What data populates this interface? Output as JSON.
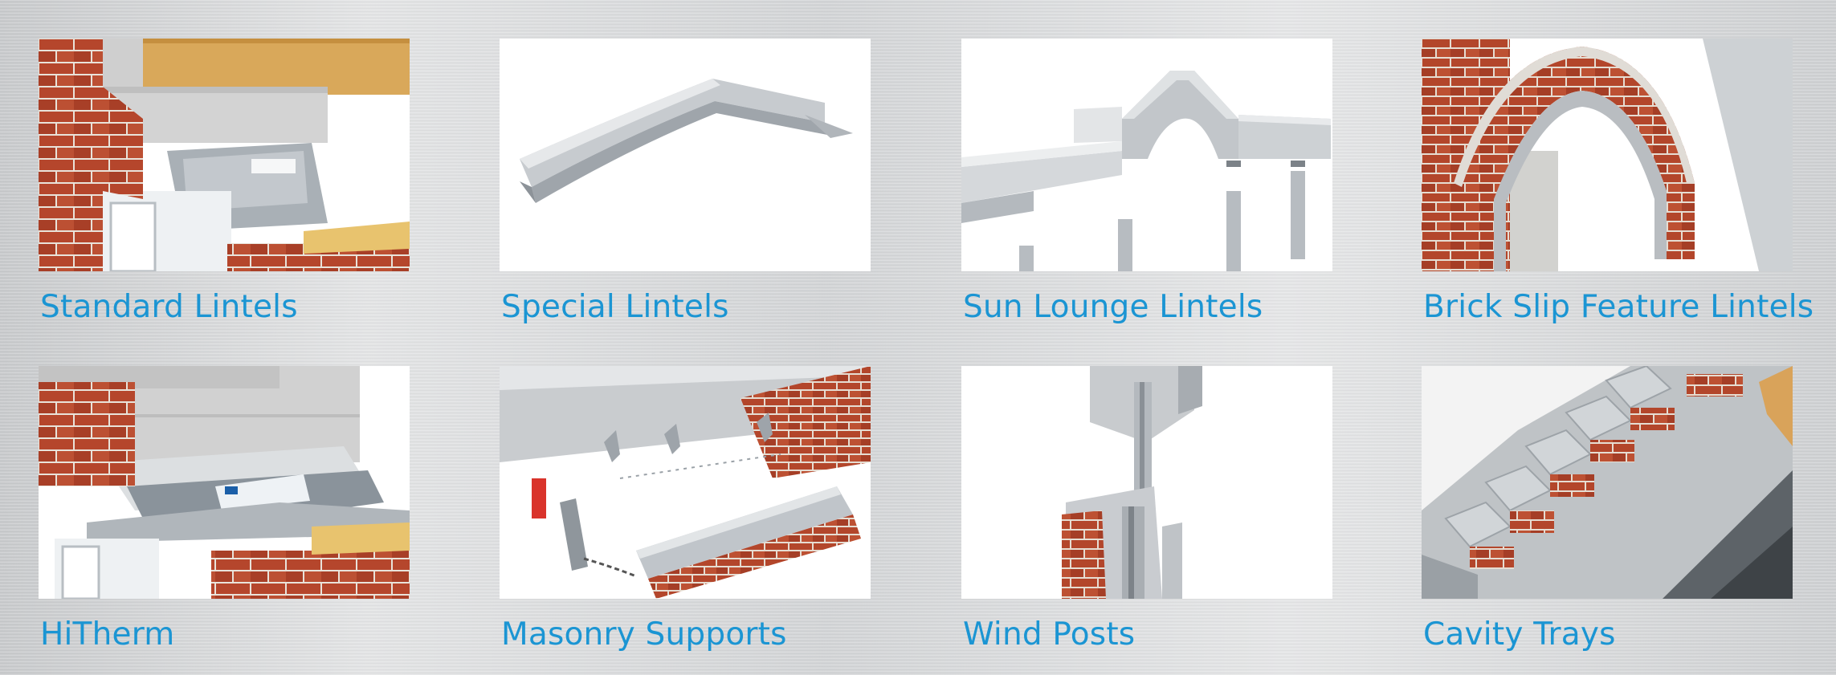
{
  "products": [
    {
      "label": "Standard Lintels"
    },
    {
      "label": "Special Lintels"
    },
    {
      "label": "Sun Lounge Lintels"
    },
    {
      "label": "Brick Slip Feature Lintels"
    },
    {
      "label": "HiTherm"
    },
    {
      "label": "Masonry Supports"
    },
    {
      "label": "Wind Posts"
    },
    {
      "label": "Cavity Trays"
    }
  ],
  "colors": {
    "label": "#1b95d3",
    "brick": "#b5462c",
    "steel": "#b9bec3",
    "timber": "#d9a85a"
  }
}
